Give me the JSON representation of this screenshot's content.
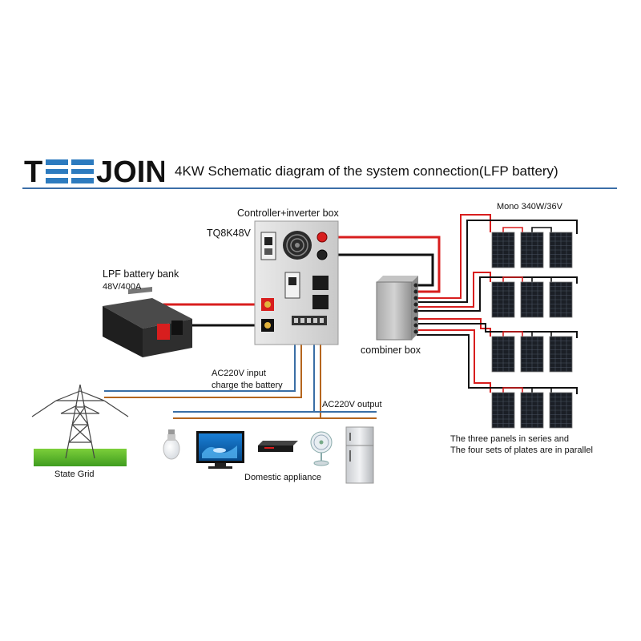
{
  "header": {
    "brand_logo_text": "TEEJOIN",
    "title": "4KW Schematic diagram of the system connection(LFP battery)"
  },
  "labels": {
    "controller_box": "Controller+inverter box",
    "model": "TQ8K48V",
    "battery_title": "LPF battery bank",
    "battery_spec": "48V/400A",
    "combiner": "combiner box",
    "panels": "Mono 340W/36V",
    "ac_input_line1": "AC220V input",
    "ac_input_line2": "charge the battery",
    "ac_output": "AC220V output",
    "state_grid": "State Grid",
    "appliance": "Domestic appliance",
    "note_line1": "The three panels in series and",
    "note_line2": "The four sets of plates are in parallel"
  },
  "colors": {
    "positive_wire": "#d81e1e",
    "negative_wire": "#111111",
    "ac_wire_blue": "#3a6ea5",
    "ac_wire_brown": "#b5651d",
    "header_rule": "#3b6ea8",
    "brand_blue": "#2d7bbf"
  },
  "icons": [
    "battery-icon",
    "inverter-box-icon",
    "combiner-box-icon",
    "solar-panel-icon",
    "pylon-icon",
    "bulb-icon",
    "tv-icon",
    "dvd-player-icon",
    "fan-icon",
    "fridge-icon"
  ]
}
